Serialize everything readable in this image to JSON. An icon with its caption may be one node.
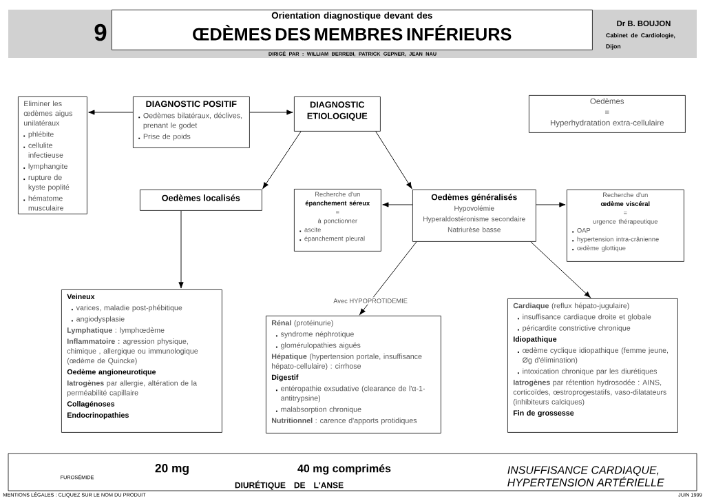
{
  "diagram": {
    "nodes": [
      {
        "text": [
          "Orientation diagnostique devant des",
          "ŒDÈMES DES MEMBRES INFÉRIEURS"
        ]
      },
      {
        "text": [
          "Eliminer les œdèmes aigus unilatéraux",
          "phlébite",
          "cellulite infectieuse",
          "lymphangite",
          "rupture de kyste poplité",
          "hématome musculaire"
        ]
      },
      {
        "text": [
          "DIAGNOSTIC POSITIF",
          "Oedèmes bilatéraux, déclives, prenant le godet",
          "Prise de poids"
        ]
      },
      {
        "text": [
          "DIAGNOSTIC ETIOLOGIQUE"
        ]
      },
      {
        "text": [
          "Oedèmes",
          "=",
          "Hyperhydratation extra-cellulaire"
        ]
      },
      {
        "text": [
          "Oedèmes localisés"
        ]
      },
      {
        "text": [
          "Recherche d'un",
          "épanchement séreux",
          "=",
          "à ponctionner",
          "ascite",
          "épanchement pleural"
        ]
      },
      {
        "text": [
          "Oedèmes généralisés",
          "Hypovolémie",
          "Hyperaldostéronisme secondaire",
          "Natriurèse basse"
        ]
      },
      {
        "text": [
          "Recherche d'un",
          "œdème viscéral",
          "=",
          "urgence thérapeutique",
          "OAP",
          "hypertension intra-crânienne",
          "œdème glottique"
        ]
      },
      {
        "text": [
          "Veineux",
          "varices, maladie post-phébitique",
          "angiodysplasie",
          "**Lymphatique** : lymphœdème",
          "**Inflammatoire :** agression physique, chimique , allergique ou immunologique (œdème de Quincke)",
          "Oedème angioneurotique",
          "**Iatrogènes** par allergie, altération de la perméabilité capillaire",
          "Collagénoses",
          "Endocrinopathies"
        ]
      },
      {
        "text": [
          "**Rénal** (protéinurie)",
          "syndrome néphrotique",
          "glomérulopathies aiguës",
          "**Hépatique** (hypertension portale, insuffisance hépato-cellulaire) : cirrhose",
          "Digestif",
          "entéropathie exsudative (clearance de l'α-1- antitrypsine)",
          "malabsorption chronique",
          "**Nutritionnel** : carence d'apports protidiques"
        ]
      },
      {
        "text": [
          "**Cardiaque** (reflux hépato-jugulaire)",
          "insuffisance cardiaque droite et globale",
          "péricardite constrictive chronique",
          "Idiopathique",
          "œdème cyclique idiopathique (femme jeune, Øg d'élimination)",
          "intoxication chronique par les diurétiques",
          "**Iatrogènes** par rétention hydrosodée : AINS, corticoïdes, œstroprogestatifs, vaso-dilatateurs (inhibiteurs calciques)",
          "Fin de grossesse"
        ]
      }
    ],
    "edges": [
      {
        "from": 2,
        "to": 1,
        "arrow": "to"
      },
      {
        "from": 2,
        "to": 3,
        "arrow": "to"
      },
      {
        "from": 3,
        "to": 5,
        "arrow": "to"
      },
      {
        "from": 3,
        "to": 7,
        "arrow": "to"
      },
      {
        "from": 7,
        "to": 6,
        "arrow": "to"
      },
      {
        "from": 7,
        "to": 8,
        "arrow": "to"
      },
      {
        "from": 7,
        "to": 10,
        "arrow": "to",
        "label": "Avec HYPOPROTIDEMIE"
      },
      {
        "from": 7,
        "to": 11,
        "arrow": "to"
      },
      {
        "from": 5,
        "to": 9,
        "arrow": "to"
      }
    ],
    "labels": [
      "9",
      "Dr B. BOUJON",
      "Cabinet de Cardiologie, Dijon",
      "DIRIGÉ PAR : WILLIAM BERREBI, PATRICK GEPNER, JEAN NAU",
      "20 mg",
      "40 mg comprimés",
      "FUROSÉMIDE",
      "DIURÉTIQUE DE L'ANSE",
      "INSUFFISANCE CARDIAQUE, HYPERTENSION ARTÉRIELLE",
      "MENTIONS LÉGALES : CLIQUEZ SUR LE NOM DU PRODUIT",
      "JUIN 1999"
    ]
  }
}
